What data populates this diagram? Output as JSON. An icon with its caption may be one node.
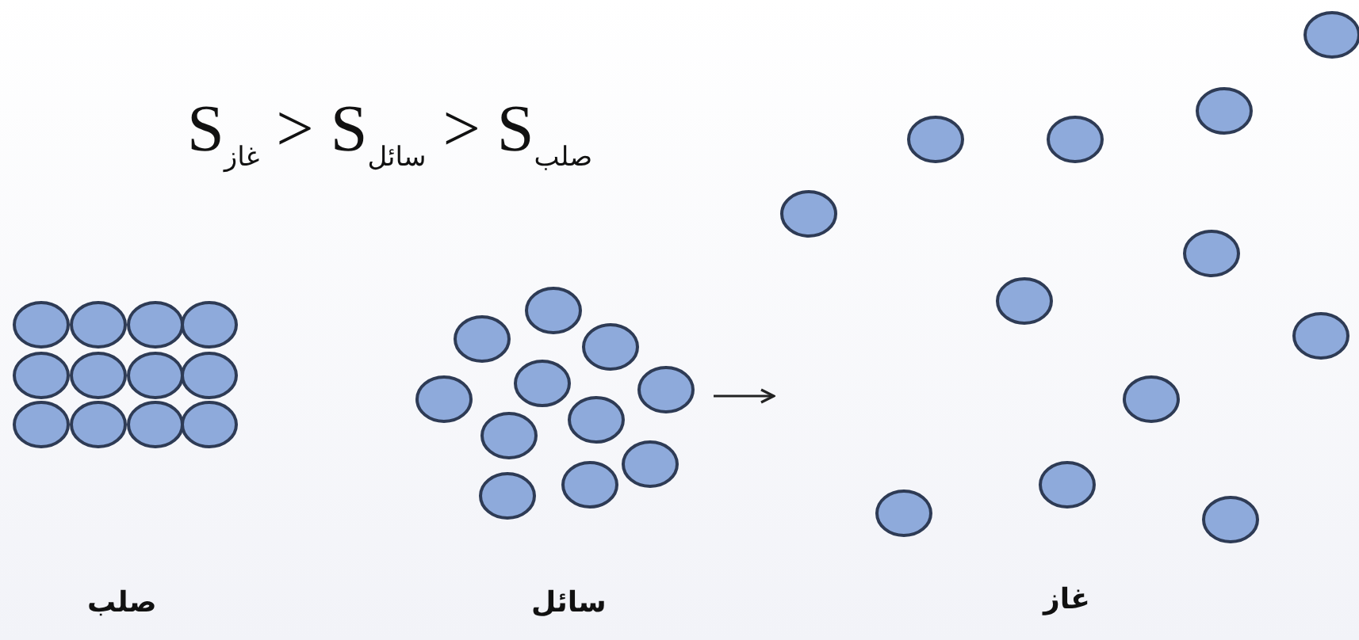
{
  "diagram": {
    "nodes": [
      {
        "text": [
          "صلب"
        ]
      },
      {
        "text": [
          "سائل"
        ]
      },
      {
        "text": [
          "غاز"
        ]
      }
    ],
    "edges": [
      {
        "from": 1,
        "to": 2,
        "arrow": "to"
      }
    ],
    "labels": [
      "S$_{غاز}$ > S$_{سائل}$ > S$_{صلب}$"
    ]
  }
}
